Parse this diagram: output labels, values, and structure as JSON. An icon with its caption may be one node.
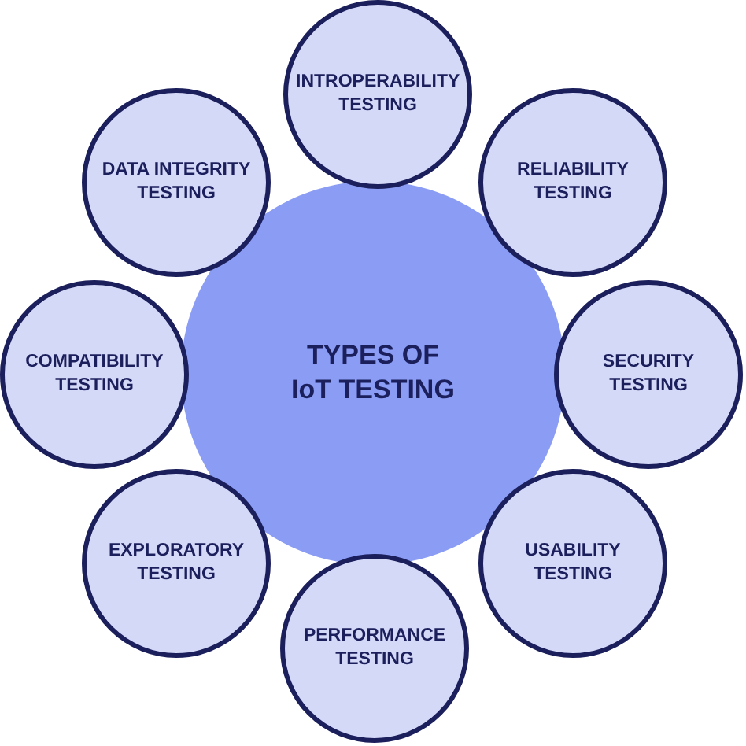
{
  "diagram": {
    "nodes": [
      {
        "text": [
          "TYPES OF IoT TESTING"
        ]
      },
      {
        "text": [
          "INTROPERABILITY TESTING"
        ]
      },
      {
        "text": [
          "RELIABILITY TESTING"
        ]
      },
      {
        "text": [
          "SECURITY TESTING"
        ]
      },
      {
        "text": [
          "USABILITY TESTING"
        ]
      },
      {
        "text": [
          "PERFORMANCE TESTING"
        ]
      },
      {
        "text": [
          "EXPLORATORY TESTING"
        ]
      },
      {
        "text": [
          "COMPATIBILITY TESTING"
        ]
      },
      {
        "text": [
          "DATA INTEGRITY TESTING"
        ]
      }
    ]
  }
}
